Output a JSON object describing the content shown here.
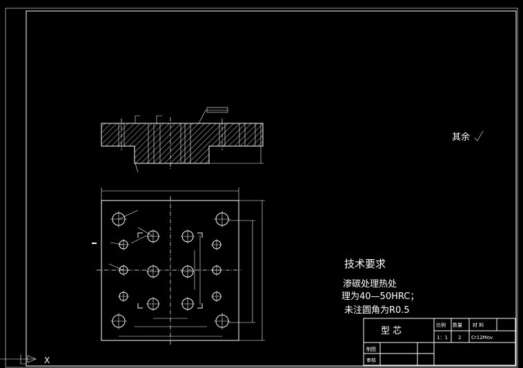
{
  "remarks": {
    "other": "其余"
  },
  "tech_requirements": {
    "title": "技术要求",
    "lines": [
      "渗碳处理热处",
      "理为40—50HRC；",
      "未注圆角为R0.5"
    ]
  },
  "title_block": {
    "part_name": "型  芯",
    "scale_label": "比例",
    "scale_value": "1：1",
    "qty_label": "数量",
    "qty_value": "2",
    "material_label": "材  料",
    "material_value": "Cr12Mov",
    "drawn_label": "制图",
    "checked_label": "审核"
  },
  "ucs": {
    "x_label": "X"
  }
}
